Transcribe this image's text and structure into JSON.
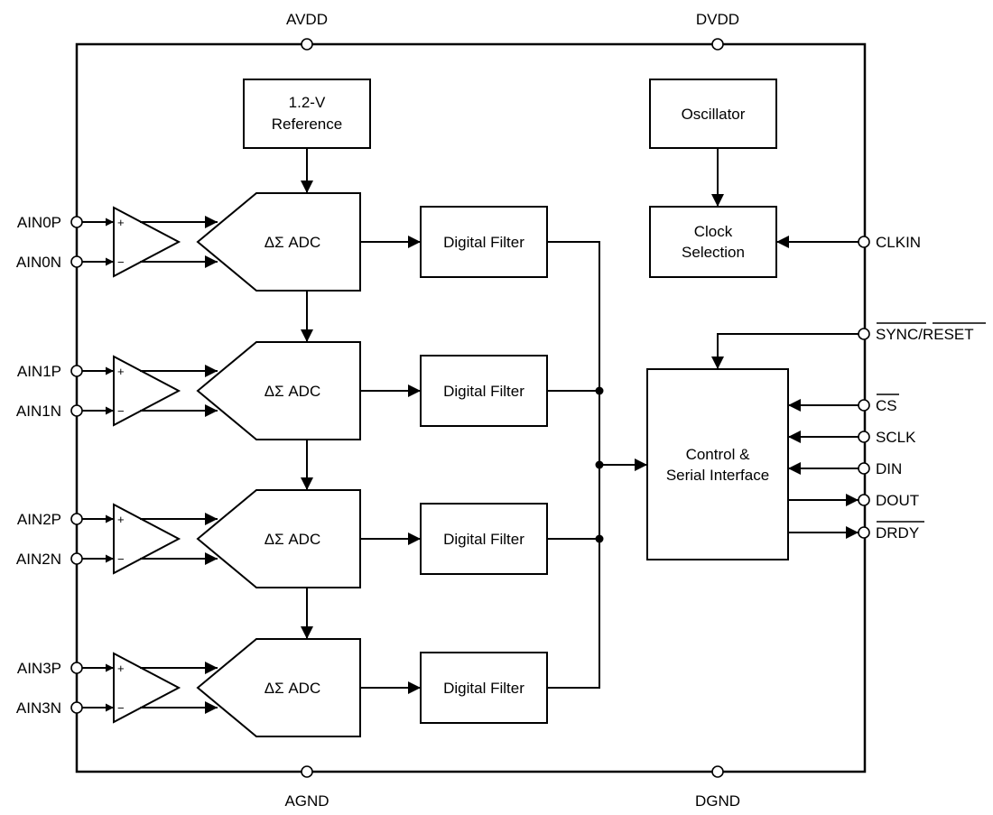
{
  "power_pins": {
    "avdd": "AVDD",
    "dvdd": "DVDD",
    "agnd": "AGND",
    "dgnd": "DGND"
  },
  "reference": {
    "line1": "1.2-V",
    "line2": "Reference"
  },
  "oscillator": "Oscillator",
  "clock_selection": {
    "line1": "Clock",
    "line2": "Selection"
  },
  "control": {
    "line1": "Control &",
    "line2": "Serial Interface"
  },
  "channels": [
    {
      "pos": "AIN0P",
      "neg": "AIN0N",
      "adc": "ΔΣ ADC",
      "filter": "Digital Filter"
    },
    {
      "pos": "AIN1P",
      "neg": "AIN1N",
      "adc": "ΔΣ ADC",
      "filter": "Digital Filter"
    },
    {
      "pos": "AIN2P",
      "neg": "AIN2N",
      "adc": "ΔΣ ADC",
      "filter": "Digital Filter"
    },
    {
      "pos": "AIN3P",
      "neg": "AIN3N",
      "adc": "ΔΣ ADC",
      "filter": "Digital Filter"
    }
  ],
  "amp_signs": {
    "plus": "+",
    "minus": "−"
  },
  "right_pins": {
    "clkin": "CLKIN",
    "sync_reset": "SYNC/RESET",
    "cs": "CS",
    "sclk": "SCLK",
    "din": "DIN",
    "dout": "DOUT",
    "drdy": "DRDY"
  }
}
